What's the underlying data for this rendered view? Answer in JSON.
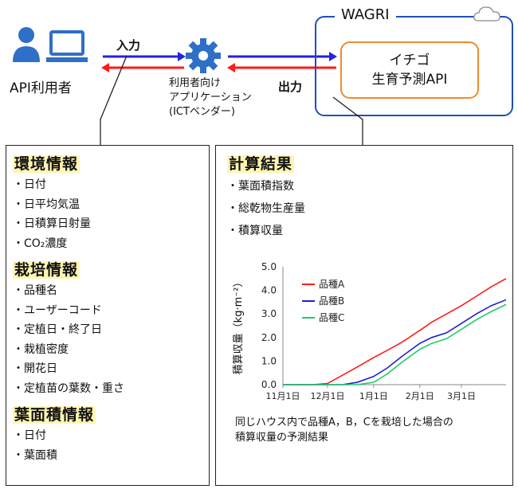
{
  "top": {
    "api_user_label": "API利用者",
    "input_label": "入力",
    "output_label": "出力",
    "vendor_lines": [
      "利用者向け",
      "アプリケーション",
      "(ICTベンダー)"
    ],
    "wagri_label": "WAGRI",
    "api_box_lines": [
      "イチゴ",
      "生育予測API"
    ]
  },
  "left_panel": {
    "sections": [
      {
        "title": "環境情報",
        "items": [
          "日付",
          "日平均気温",
          "日積算日射量",
          "CO₂濃度"
        ]
      },
      {
        "title": "栽培情報",
        "items": [
          "品種名",
          "ユーザーコード",
          "定植日・終了日",
          "栽植密度",
          "開花日",
          "定植苗の葉数・重さ"
        ]
      },
      {
        "title": "葉面積情報",
        "items": [
          "日付",
          "葉面積"
        ]
      }
    ]
  },
  "right_panel": {
    "title": "計算結果",
    "items": [
      "葉面積指数",
      "総乾物生産量",
      "積算収量"
    ],
    "caption_lines": [
      "同じハウス内で品種A，B，Cを栽培した場合の",
      "積算収量の予測結果"
    ]
  },
  "chart_data": {
    "type": "line",
    "ylabel": "積算収量（kg·m⁻²）",
    "ylim": [
      0,
      5
    ],
    "yticks": [
      "0.0",
      "1.0",
      "2.0",
      "3.0",
      "4.0",
      "5.0"
    ],
    "x_ticks": [
      "11月1日",
      "12月1日",
      "1月1日",
      "2月1日",
      "3月1日"
    ],
    "x_days": [
      0,
      30,
      61,
      92,
      120
    ],
    "x_range_days": [
      0,
      150
    ],
    "x": [
      0,
      10,
      20,
      30,
      40,
      50,
      61,
      70,
      80,
      92,
      100,
      110,
      120,
      130,
      140,
      150
    ],
    "legend_position": "top-left",
    "series": [
      {
        "name": "品種A",
        "color": "#ff1a1a",
        "values": [
          0,
          0,
          0,
          0.05,
          0.4,
          0.75,
          1.15,
          1.45,
          1.8,
          2.3,
          2.65,
          3.0,
          3.35,
          3.75,
          4.15,
          4.5
        ]
      },
      {
        "name": "品種B",
        "color": "#1f1fd6",
        "values": [
          0,
          0,
          0,
          0,
          0,
          0.1,
          0.35,
          0.7,
          1.2,
          1.75,
          2.0,
          2.2,
          2.6,
          3.0,
          3.35,
          3.6
        ]
      },
      {
        "name": "品種C",
        "color": "#22cc66",
        "values": [
          0,
          0,
          0,
          0,
          0,
          0,
          0.1,
          0.45,
          0.95,
          1.5,
          1.75,
          1.95,
          2.35,
          2.75,
          3.1,
          3.4
        ]
      }
    ]
  }
}
